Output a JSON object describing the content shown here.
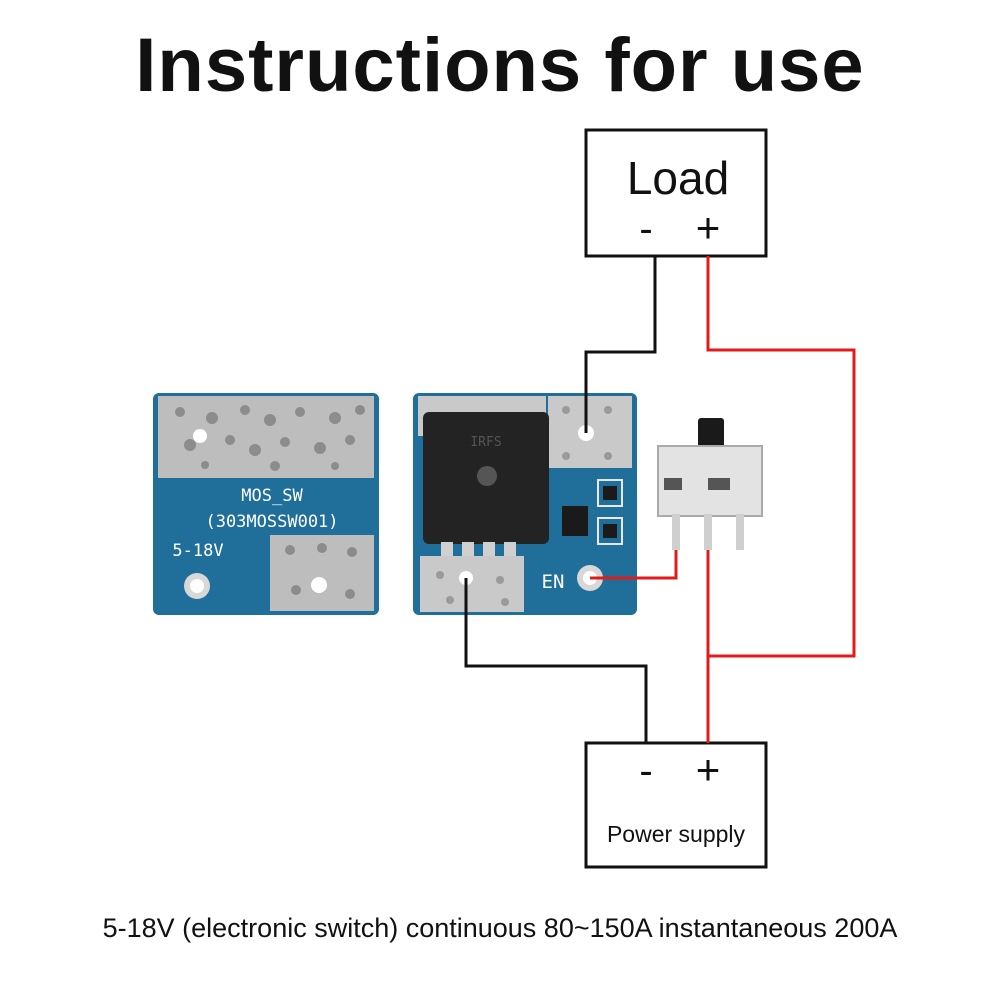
{
  "title": "Instructions for use",
  "load": {
    "label": "Load",
    "minus": "-",
    "plus": "+"
  },
  "power": {
    "label": "Power supply",
    "minus": "-",
    "plus": "+"
  },
  "board_left": {
    "name": "MOS_SW",
    "code": "(303MOSSW001)",
    "voltage": "5-18V"
  },
  "board_right": {
    "en_label": "EN"
  },
  "footer": "5-18V (electronic switch) continuous 80~150A instantaneous 200A",
  "colors": {
    "red_wire": "#e01b1b",
    "black_wire": "#111111",
    "pcb": "#1f6f9a",
    "pad": "#c9c9c9"
  }
}
